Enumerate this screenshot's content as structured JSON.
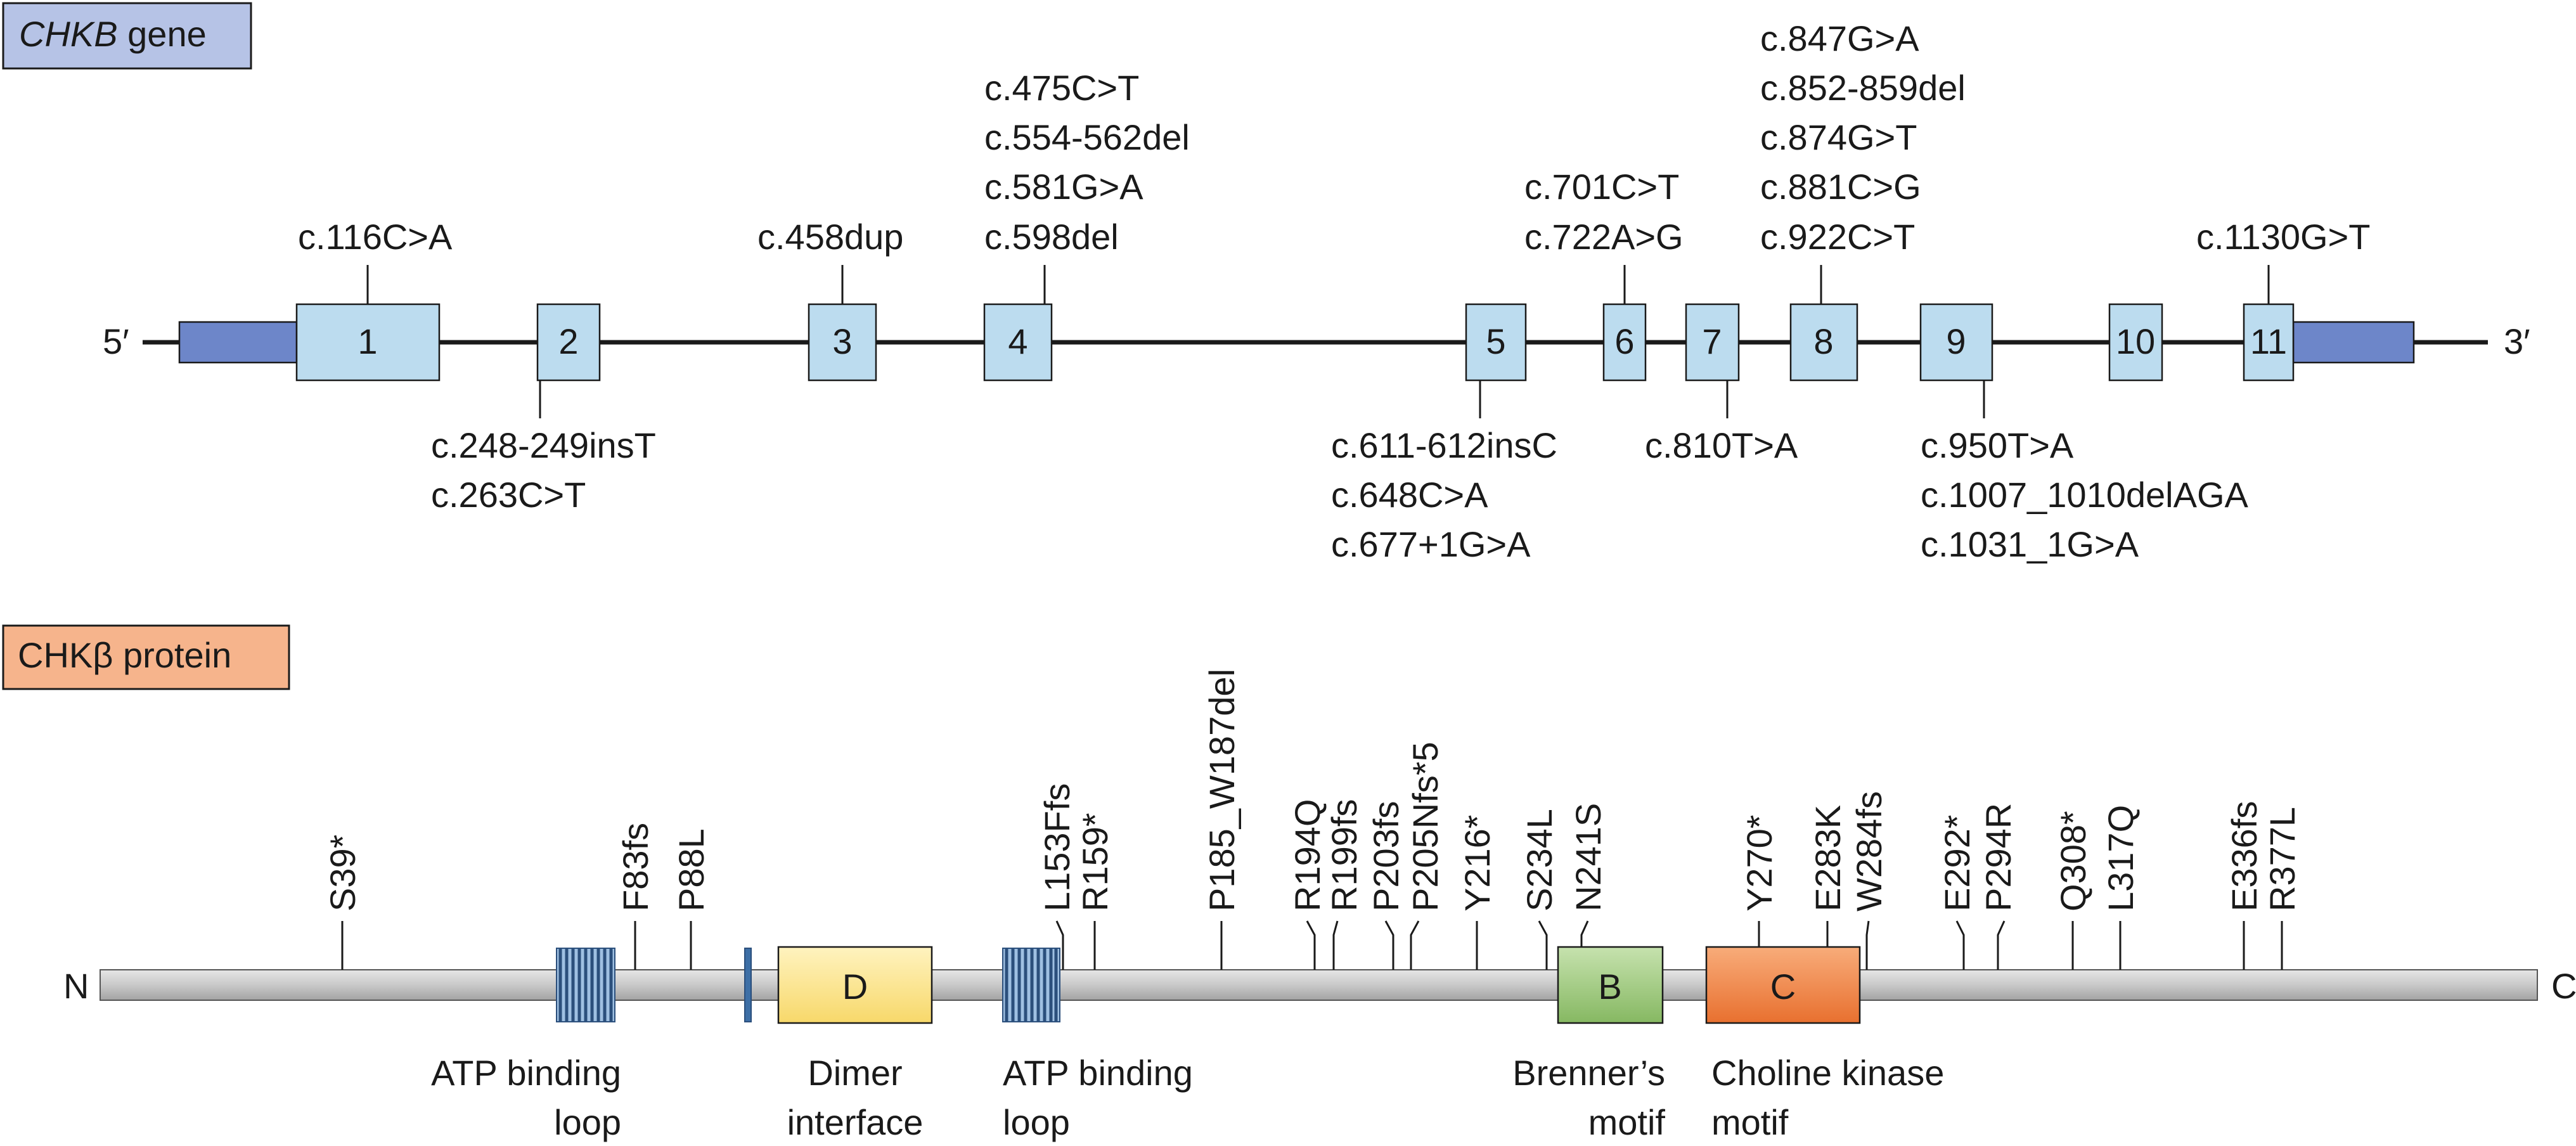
{
  "gene_title": {
    "italic": "CHKB",
    "rest": " gene"
  },
  "protein_title": "CHKβ protein",
  "gene_ends": {
    "five": "5′",
    "three": "3′"
  },
  "exon_labels": [
    "1",
    "2",
    "3",
    "4",
    "5",
    "6",
    "7",
    "8",
    "9",
    "10",
    "11"
  ],
  "gene_above": [
    [
      "c.116C>A"
    ],
    [
      "c.458dup"
    ],
    [
      "c.475C>T",
      "c.554-562del",
      "c.581G>A",
      "c.598del"
    ],
    [
      "c.701C>T",
      "c.722A>G"
    ],
    [
      "c.847G>A",
      "c.852-859del",
      "c.874G>T",
      "c.881C>G",
      "c.922C>T"
    ],
    [
      "c.1130G>T"
    ]
  ],
  "gene_below": [
    [
      "c.248-249insT",
      "c.263C>T"
    ],
    [
      "c.611-612insC",
      "c.648C>A",
      "c.677+1G>A"
    ],
    [
      "c.810T>A"
    ],
    [
      "c.950T>A",
      "c.1007_1010delAGA",
      "c.1031_1G>A"
    ]
  ],
  "protein_ends": {
    "n": "N",
    "c": "C"
  },
  "domains": {
    "d": "D",
    "b": "B",
    "c": "C"
  },
  "mutations": [
    "S39*",
    "F83fs",
    "P88L",
    "L153Ffs",
    "R159*",
    "P185_W187del",
    "R194Q",
    "R199fs",
    "P203fs",
    "P205Nfs*5",
    "Y216*",
    "S234L",
    "N241S",
    "Y270*",
    "E283K",
    "W284fs",
    "E292*",
    "P294R",
    "Q308*",
    "L317Q",
    "E336fs",
    "R377L"
  ],
  "region_labels": {
    "atp1": [
      "ATP binding",
      "loop"
    ],
    "dimer": [
      "Dimer",
      "interface"
    ],
    "atp2": [
      "ATP binding",
      "loop"
    ],
    "brenner": [
      "Brenner’s",
      "motif"
    ],
    "choline": [
      "Choline kinase",
      "motif"
    ]
  },
  "colors": {
    "gene_title_bg": "#b6c3e6",
    "protein_title_bg": "#f6b48c",
    "exon": "#bcdcef",
    "utr": "#6d86c9",
    "protein_bar": "#c9c9c9",
    "atp_loop": "#3d6fa6",
    "domain_d": "#fde89a",
    "domain_b": "#a4cc82",
    "domain_c": "#f08c4f"
  }
}
